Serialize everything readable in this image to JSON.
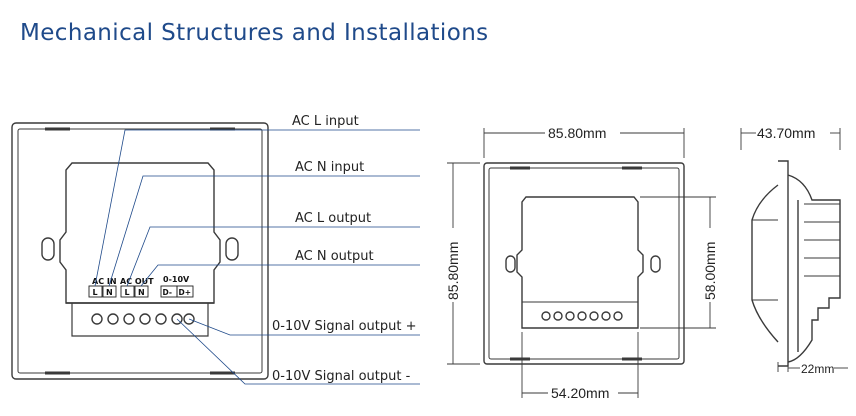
{
  "title": "Mechanical Structures and Installations",
  "wiring_labels": {
    "ac_l_input": "AC L input",
    "ac_n_input": "AC N input",
    "ac_l_output": "AC L output",
    "ac_n_output": "AC N output",
    "signal_plus": "0-10V Signal output +",
    "signal_minus": "0-10V Signal output -"
  },
  "terminals": {
    "ac_in_header": "AC IN",
    "ac_out_header": "AC OUT",
    "signal_header": "0-10V",
    "pins": [
      "L",
      "N",
      "L",
      "N",
      "D-",
      "D+"
    ]
  },
  "dimensions": {
    "width": "85.80mm",
    "height": "85.80mm",
    "inner_height": "58.00mm",
    "inner_width": "54.20mm",
    "depth": "43.70mm",
    "plate": "22mm"
  },
  "colors": {
    "title": "#1f4a8a",
    "outline": "#3a3a3a",
    "leader": "#1f4a8a"
  }
}
